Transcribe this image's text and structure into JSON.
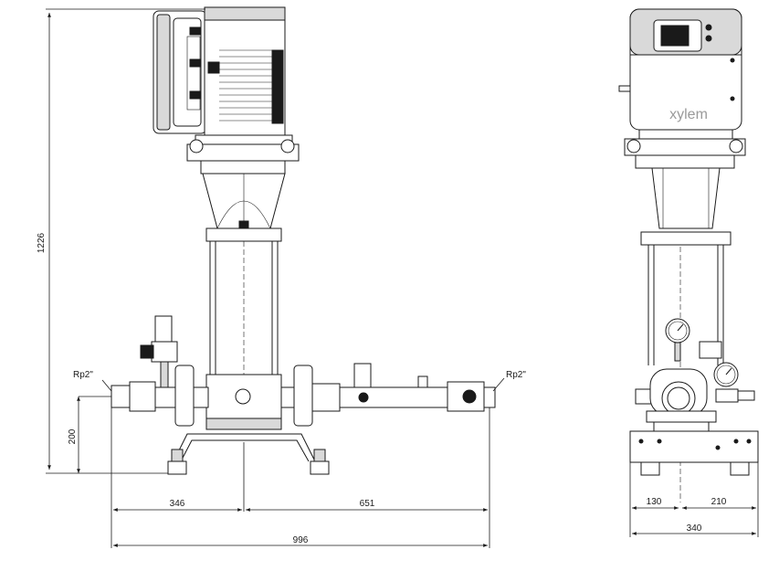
{
  "side_view": {
    "dim_total_height": "1226",
    "dim_inlet_height": "200",
    "dim_left": "346",
    "dim_right": "651",
    "dim_total_length": "996",
    "inlet_label": "Rp2\"",
    "outlet_label": "Rp2\""
  },
  "front_view": {
    "brand": "xylem",
    "dim_base_left": "130",
    "dim_base_right": "210",
    "dim_base_total": "340"
  }
}
